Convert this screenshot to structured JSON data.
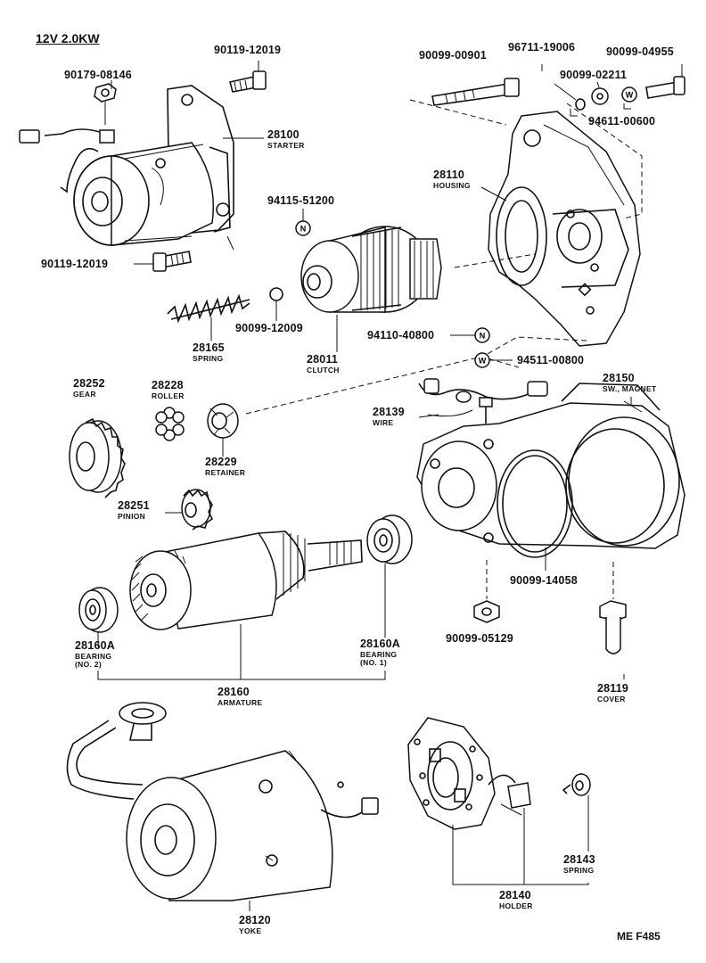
{
  "diagram": {
    "title": "12V 2.0KW",
    "footer_code": "ME  F485",
    "parts": [
      {
        "key": "p90119a",
        "number": "90119-12019",
        "name": ""
      },
      {
        "key": "p90179",
        "number": "90179-08146",
        "name": ""
      },
      {
        "key": "p28100",
        "number": "28100",
        "name": "STARTER"
      },
      {
        "key": "p90119b",
        "number": "90119-12019",
        "name": ""
      },
      {
        "key": "p94115",
        "number": "94115-51200",
        "name": ""
      },
      {
        "key": "p90099_00901",
        "number": "90099-00901",
        "name": ""
      },
      {
        "key": "p96711",
        "number": "96711-19006",
        "name": ""
      },
      {
        "key": "p90099_04955",
        "number": "90099-04955",
        "name": ""
      },
      {
        "key": "p90099_02211",
        "number": "90099-02211",
        "name": ""
      },
      {
        "key": "p94611",
        "number": "94611-00600",
        "name": ""
      },
      {
        "key": "p28110",
        "number": "28110",
        "name": "HOUSING"
      },
      {
        "key": "p28165",
        "number": "28165",
        "name": "SPRING"
      },
      {
        "key": "p90099_12009",
        "number": "90099-12009",
        "name": ""
      },
      {
        "key": "p28011",
        "number": "28011",
        "name": "CLUTCH"
      },
      {
        "key": "p94110",
        "number": "94110-40800",
        "name": ""
      },
      {
        "key": "p94511",
        "number": "94511-00800",
        "name": ""
      },
      {
        "key": "p28252",
        "number": "28252",
        "name": "GEAR"
      },
      {
        "key": "p28228",
        "number": "28228",
        "name": "ROLLER"
      },
      {
        "key": "p28229",
        "number": "28229",
        "name": "RETAINER"
      },
      {
        "key": "p28139",
        "number": "28139",
        "name": "WIRE"
      },
      {
        "key": "p28150",
        "number": "28150",
        "name": "SW., MAGNET"
      },
      {
        "key": "p28251",
        "number": "28251",
        "name": "PINION"
      },
      {
        "key": "p28160a2",
        "number": "28160A",
        "name": "BEARING",
        "sub": "(NO. 2)"
      },
      {
        "key": "p28160a1",
        "number": "28160A",
        "name": "BEARING",
        "sub": "(NO. 1)"
      },
      {
        "key": "p28160",
        "number": "28160",
        "name": "ARMATURE"
      },
      {
        "key": "p90099_14058",
        "number": "90099-14058",
        "name": ""
      },
      {
        "key": "p90099_05129",
        "number": "90099-05129",
        "name": ""
      },
      {
        "key": "p28119",
        "number": "28119",
        "name": "COVER"
      },
      {
        "key": "p28120",
        "number": "28120",
        "name": "YOKE"
      },
      {
        "key": "p28143",
        "number": "28143",
        "name": "SPRING"
      },
      {
        "key": "p28140",
        "number": "28140",
        "name": "HOLDER"
      }
    ],
    "markers": {
      "n": "N",
      "w": "W"
    }
  }
}
